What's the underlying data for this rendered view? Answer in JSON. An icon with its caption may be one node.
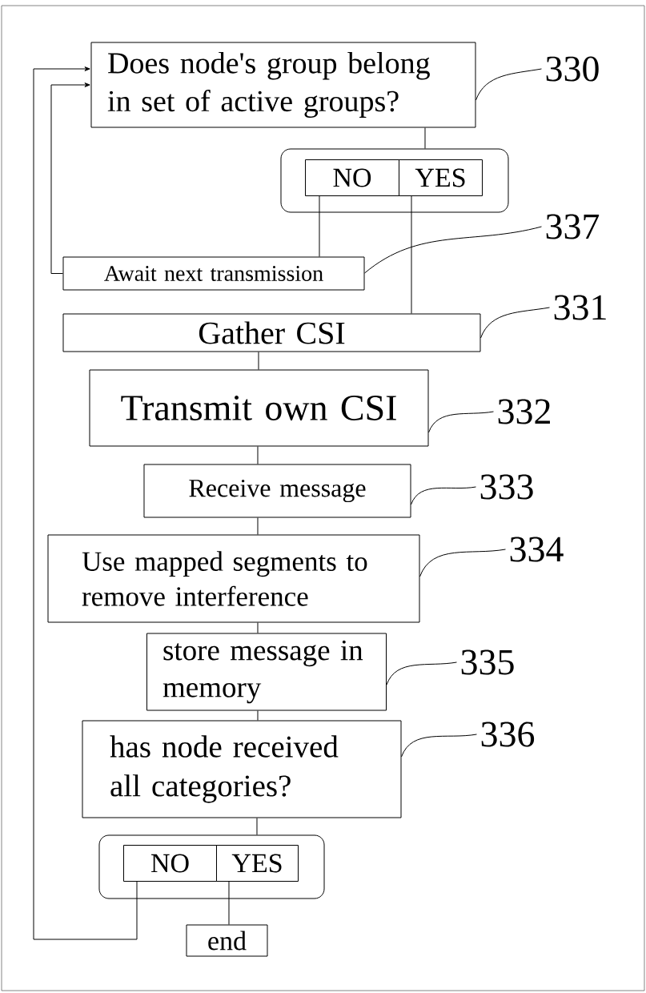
{
  "diagram": {
    "nodes": [
      {
        "text": [
          "Does node's group belong in set of active groups?"
        ]
      },
      {
        "text": [],
        "shape": "box"
      },
      {
        "text": [
          "NO"
        ],
        "in": 1
      },
      {
        "text": [
          "YES"
        ],
        "in": 1
      },
      {
        "text": [
          "Await next transmission"
        ]
      },
      {
        "text": [
          "Gather CSI"
        ]
      },
      {
        "text": [
          "Transmit own CSI"
        ]
      },
      {
        "text": [
          "Receive message"
        ]
      },
      {
        "text": [
          "Use mapped segments to remove interference"
        ]
      },
      {
        "text": [
          "store message in memory"
        ]
      },
      {
        "text": [
          "has node received all categories?"
        ]
      },
      {
        "text": [],
        "shape": "box"
      },
      {
        "text": [
          "NO"
        ],
        "in": 11
      },
      {
        "text": [
          "YES"
        ],
        "in": 11
      },
      {
        "text": [
          "end"
        ]
      },
      {
        "text": [
          "330"
        ]
      },
      {
        "text": [
          "337"
        ]
      },
      {
        "text": [
          "331"
        ]
      },
      {
        "text": [
          "332"
        ]
      },
      {
        "text": [
          "333"
        ]
      },
      {
        "text": [
          "334"
        ]
      },
      {
        "text": [
          "335"
        ]
      },
      {
        "text": [
          "336"
        ]
      }
    ],
    "edges": [
      {
        "from": 0,
        "to": 1,
        "arrow": "none"
      },
      {
        "from": 2,
        "to": 4,
        "arrow": "none"
      },
      {
        "from": 3,
        "to": 5,
        "arrow": "none"
      },
      {
        "from": 4,
        "to": 0,
        "arrow": "to"
      },
      {
        "from": 5,
        "to": 6,
        "arrow": "none"
      },
      {
        "from": 6,
        "to": 7,
        "arrow": "none"
      },
      {
        "from": 7,
        "to": 8,
        "arrow": "none"
      },
      {
        "from": 8,
        "to": 9,
        "arrow": "none"
      },
      {
        "from": 9,
        "to": 10,
        "arrow": "none"
      },
      {
        "from": 10,
        "to": 11,
        "arrow": "none"
      },
      {
        "from": 12,
        "to": 0,
        "arrow": "to"
      },
      {
        "from": 13,
        "to": 14,
        "arrow": "none"
      },
      {
        "from": 15,
        "to": 0,
        "arrow": "none"
      },
      {
        "from": 16,
        "to": 4,
        "arrow": "none"
      },
      {
        "from": 17,
        "to": 5,
        "arrow": "none"
      },
      {
        "from": 18,
        "to": 6,
        "arrow": "none"
      },
      {
        "from": 19,
        "to": 7,
        "arrow": "none"
      },
      {
        "from": 20,
        "to": 8,
        "arrow": "none"
      },
      {
        "from": 21,
        "to": 9,
        "arrow": "none"
      },
      {
        "from": 22,
        "to": 10,
        "arrow": "none"
      }
    ]
  }
}
